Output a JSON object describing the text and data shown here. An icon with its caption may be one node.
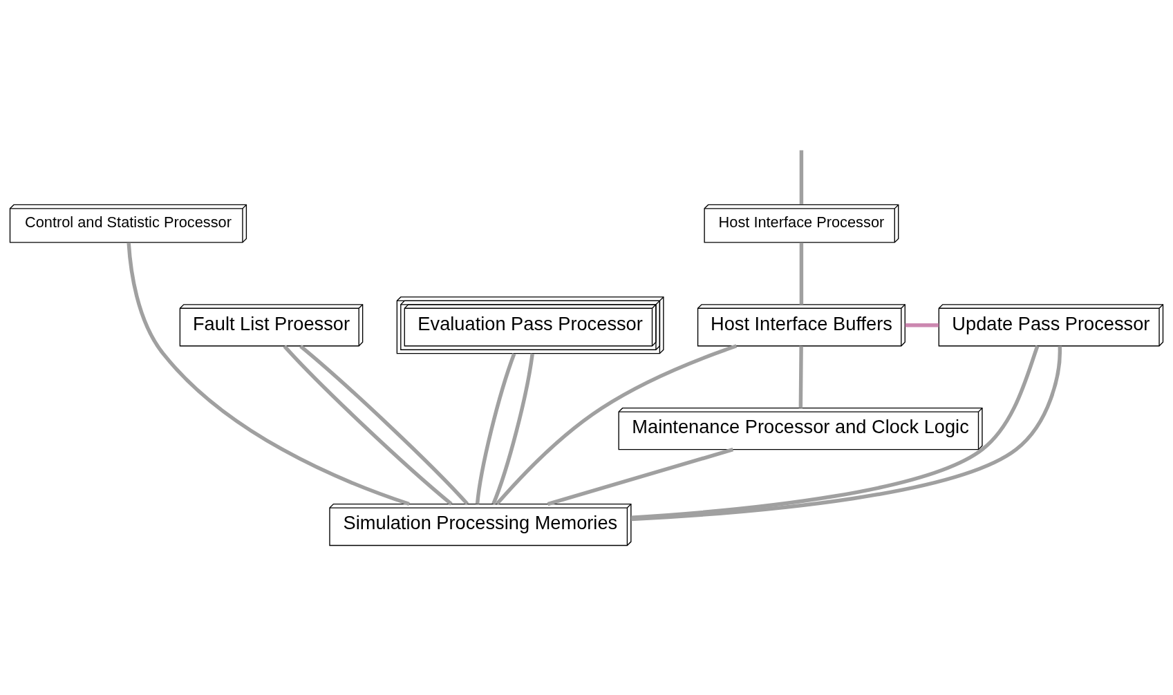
{
  "diagram": {
    "nodes": [
      {
        "text": [
          "Host Interface Processor"
        ]
      },
      {
        "text": [
          "Control and Statistic Processor"
        ]
      },
      {
        "text": [
          "Host Interface Buffers"
        ]
      },
      {
        "text": [
          "Update Pass Processor"
        ]
      },
      {
        "text": [
          "Fault List Proessor"
        ]
      },
      {
        "text": [
          "Evaluation Pass Processor"
        ]
      },
      {
        "text": [
          "Maintenance Processor and Clock Logic"
        ]
      },
      {
        "text": [
          "Simulation Processing Memories"
        ]
      }
    ],
    "edges": [
      {
        "from": null,
        "to": 0,
        "arrow": "none"
      },
      {
        "from": 0,
        "to": 2,
        "arrow": "none"
      },
      {
        "from": 2,
        "to": 3,
        "arrow": "none",
        "color": "#cc88b0"
      },
      {
        "from": 2,
        "to": 6,
        "arrow": "none"
      },
      {
        "from": 1,
        "to": 7,
        "arrow": "none"
      },
      {
        "from": 2,
        "to": 7,
        "arrow": "none"
      },
      {
        "from": 3,
        "to": 7,
        "arrow": "none"
      },
      {
        "from": 4,
        "to": 7,
        "arrow": "none"
      },
      {
        "from": 5,
        "to": 7,
        "arrow": "none"
      },
      {
        "from": 3,
        "to": 7,
        "arrow": "none"
      },
      {
        "from": 4,
        "to": 7,
        "arrow": "none"
      },
      {
        "from": 5,
        "to": 7,
        "arrow": "none"
      },
      {
        "from": 6,
        "to": 7,
        "arrow": "none"
      }
    ]
  }
}
